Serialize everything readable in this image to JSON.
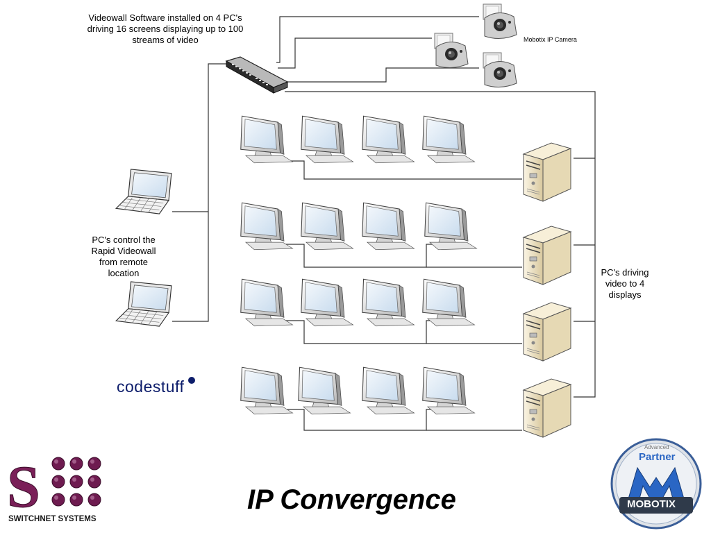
{
  "diagram": {
    "caption_top": [
      "Videowall Software installed on 4 PC's",
      "driving 16 screens displaying up to 100",
      "streams of video"
    ],
    "camera_label": "Mobotix IP Camera",
    "caption_left": [
      "PC's  control the",
      "Rapid Videowall",
      "from remote",
      "location"
    ],
    "caption_right": [
      "PC's driving",
      "video to 4",
      "displays"
    ],
    "title": "IP Convergence"
  },
  "logos": {
    "codestuff": "codestuff",
    "switchnet": "SWITCHNET SYSTEMS",
    "mobotix_advanced": "Advanced",
    "mobotix_partner": "Partner",
    "mobotix_name": "MOBOTIX"
  },
  "colors": {
    "line": "#333333",
    "screen": "#dbe8f6",
    "bezel": "#e4e4e4",
    "tower": "#f1e6c8",
    "switchnet_purple": "#7a1f58",
    "mobotix_blue": "#2a66c4",
    "codestuff_navy": "#0d1d6b"
  }
}
